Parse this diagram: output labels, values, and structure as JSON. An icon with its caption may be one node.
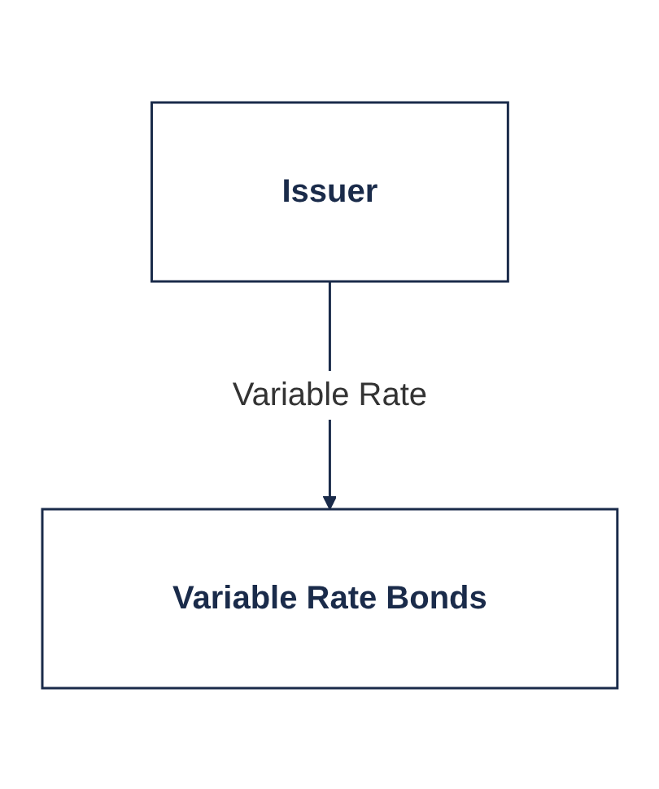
{
  "diagram": {
    "nodes": [
      {
        "text": [
          "Issuer"
        ]
      },
      {
        "text": [
          "Variable Rate Bonds"
        ]
      }
    ],
    "edges": [
      {
        "from": 0,
        "to": 1,
        "arrow": "to",
        "label": "Variable Rate"
      }
    ]
  }
}
